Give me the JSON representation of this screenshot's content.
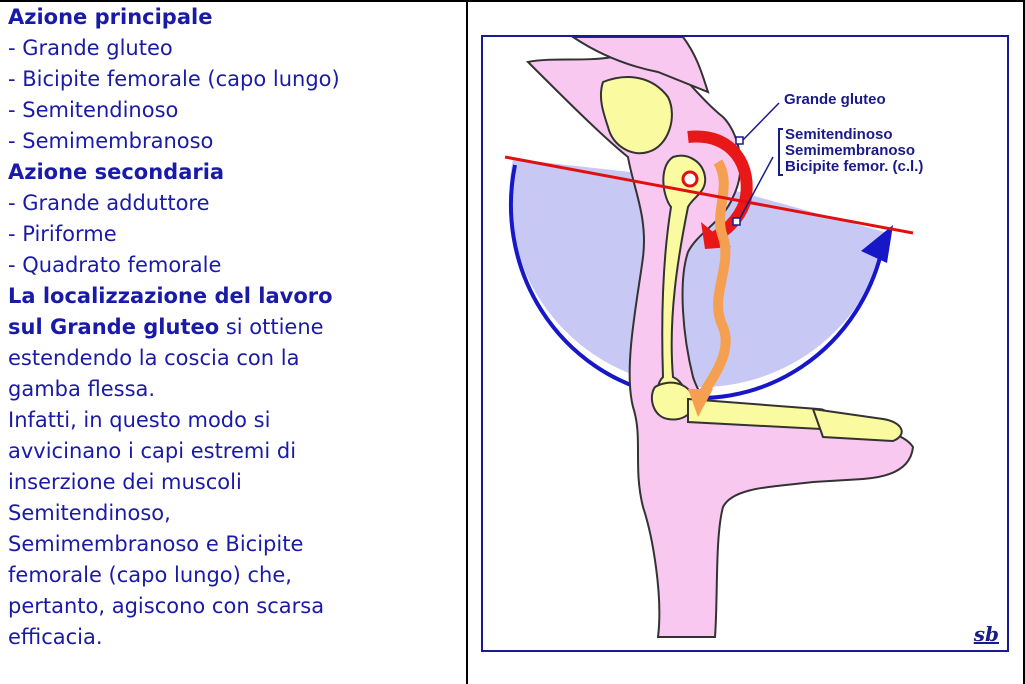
{
  "primary_action": {
    "heading": "Azione principale",
    "items": [
      "- Grande gluteo",
      "- Bicipite femorale (capo lungo)",
      "- Semitendinoso",
      "- Semimembranoso"
    ]
  },
  "secondary_action": {
    "heading": "Azione secondaria",
    "items": [
      "- Grande adduttore",
      "- Piriforme",
      "- Quadrato femorale"
    ]
  },
  "description": {
    "line1": "La localizzazione del lavoro",
    "line2_bold": "sul Grande gluteo",
    "line2_rest": " si ottiene",
    "lines": [
      "estendendo la coscia con la",
      "gamba flessa.",
      "Infatti, in questo modo si",
      "avvicinano i capi estremi di",
      "inserzione dei muscoli",
      "Semitendinoso,",
      "Semimembranoso e Bicipite",
      "femorale (capo lungo) che,",
      "pertanto, agiscono con scarsa",
      "efficacia."
    ]
  },
  "figure": {
    "label_gluteo": "Grande gluteo",
    "label_semitendinoso": "Semitendinoso",
    "label_semimembranoso": "Semimembranoso",
    "label_bicipite": "Bicipite femor. (c.l.)",
    "signature": "sb",
    "colors": {
      "skin": "#f9c8f0",
      "bone": "#fafaa0",
      "arc_fill": "#c8c8f4",
      "arc_stroke": "#1717c8",
      "plane_line": "#e01010",
      "muscle_red": "#e81818",
      "muscle_orange": "#f4a050",
      "text": "#1a1a8a"
    }
  }
}
